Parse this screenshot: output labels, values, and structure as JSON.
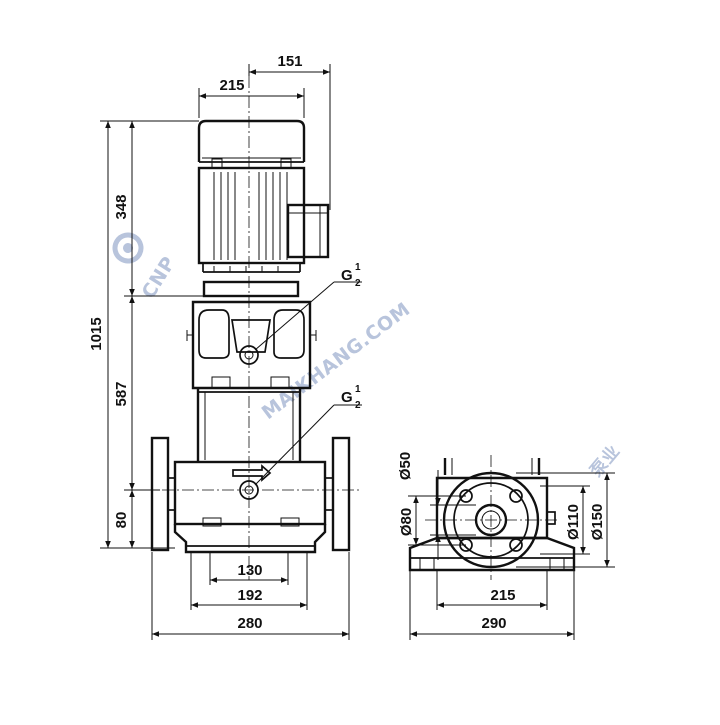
{
  "watermark": {
    "text": "MAIKHANG.COM",
    "logo_text": "CNP",
    "side_text": "泵业",
    "color": "#b8c4dc"
  },
  "front_view": {
    "dims": {
      "top_width_215": "215",
      "top_offset_151": "151",
      "height_348": "348",
      "height_1015": "1015",
      "height_587": "587",
      "height_80": "80",
      "base_130": "130",
      "base_192": "192",
      "base_280": "280"
    },
    "ports": {
      "upper": {
        "letter": "G",
        "sup": "1",
        "sub": "2"
      },
      "lower": {
        "letter": "G",
        "sup": "1",
        "sub": "2"
      }
    }
  },
  "side_view": {
    "dims": {
      "d50": "Ø50",
      "d80": "Ø80",
      "d110": "Ø110",
      "d150": "Ø150",
      "w215": "215",
      "w290": "290"
    }
  }
}
